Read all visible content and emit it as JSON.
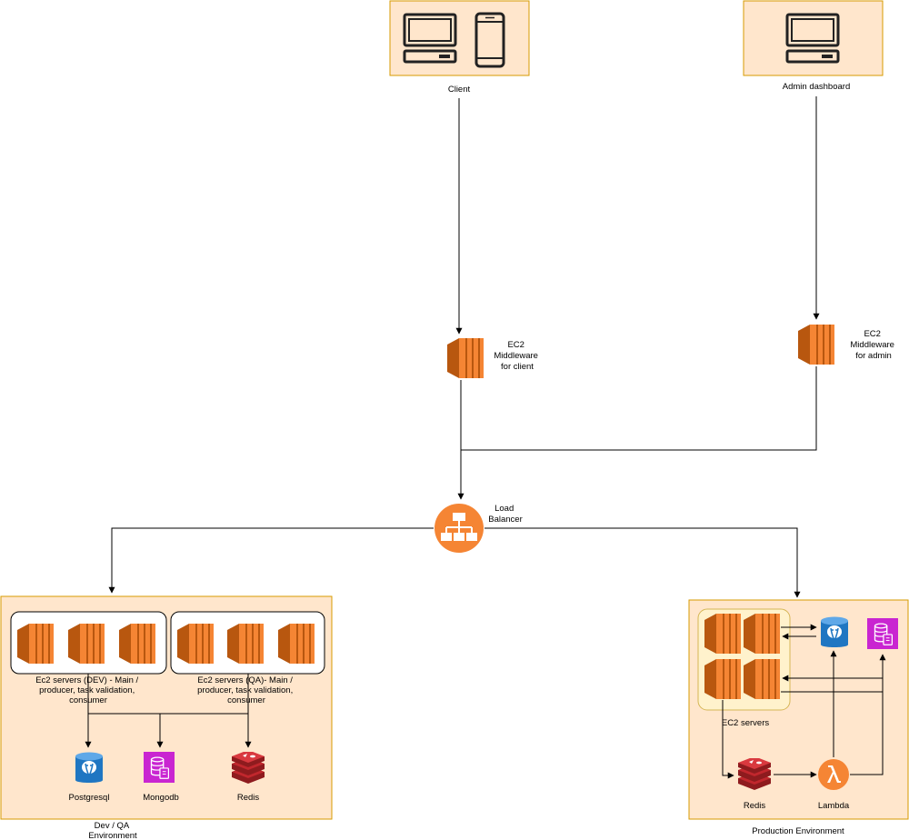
{
  "nodes": {
    "client": {
      "label": "Client",
      "icons": [
        "desktop-icon",
        "mobile-phone-icon"
      ]
    },
    "admin": {
      "label": "Admin dashboard",
      "icons": [
        "desktop-icon"
      ]
    },
    "ec2_client": {
      "lines": [
        "EC2",
        "Middleware",
        "for client"
      ],
      "icon": "ec2-icon"
    },
    "ec2_admin": {
      "lines": [
        "EC2",
        "Middleware",
        "for admin"
      ],
      "icon": "ec2-icon"
    },
    "load_balancer": {
      "lines": [
        "Load",
        "Balancer"
      ],
      "icon": "load-balancer-icon"
    }
  },
  "dev_qa": {
    "label_lines": [
      "Dev / QA",
      "Environment"
    ],
    "dev_group": {
      "lines": [
        "Ec2 servers (DEV) - Main /",
        "producer, task validation,",
        "consumer"
      ]
    },
    "qa_group": {
      "lines": [
        "Ec2 servers (QA)- Main /",
        "producer, task validation,",
        "consumer"
      ]
    },
    "postgresql": {
      "label": "Postgresql",
      "icon": "postgresql-icon"
    },
    "mongodb": {
      "label": "Mongodb",
      "icon": "mongodb-icon"
    },
    "redis": {
      "label": "Redis",
      "icon": "redis-icon"
    }
  },
  "production": {
    "label": "Production Environment",
    "ec2_group": {
      "label": "EC2 servers"
    },
    "redis": {
      "label": "Redis",
      "icon": "redis-icon"
    },
    "lambda": {
      "label": "Lambda",
      "icon": "lambda-icon"
    },
    "postgresql": {
      "icon": "postgresql-icon"
    },
    "mongodb": {
      "icon": "mongodb-icon"
    }
  },
  "colors": {
    "env_fill": "#ffe6cc",
    "env_stroke": "#d79b00",
    "ec2_light": "#f58534",
    "ec2_dark": "#b8570f",
    "lb_orange": "#f58534",
    "redis_red": "#c1272d",
    "mongo_purple": "#c925d1",
    "postgres_blue": "#1f76c2",
    "line": "#000000"
  }
}
